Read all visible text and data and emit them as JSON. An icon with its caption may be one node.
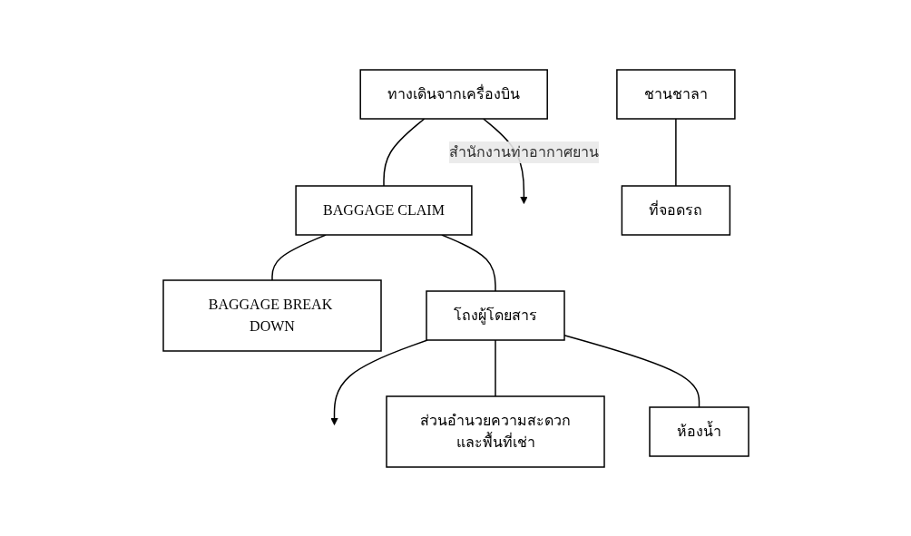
{
  "diagram": {
    "nodes": [
      {
        "text": [
          "ทางเดินจากเครื่องบิน"
        ]
      },
      {
        "text": [
          "BAGGAGE CLAIM"
        ]
      },
      {
        "text": [
          "BAGGAGE BREAK DOWN"
        ]
      },
      {
        "text": [
          "ส่วนอำนวยความสะดวกและพื้นที่เช่า"
        ]
      },
      {
        "text": [
          "โถงผู้โดยสาร"
        ]
      },
      {
        "text": [
          "ชานชาลา"
        ]
      },
      {
        "text": [
          "ห้องน้ำ"
        ]
      },
      {
        "text": [
          "ที่จอดรถ"
        ]
      }
    ],
    "edges": [
      {
        "from": 0,
        "to": 1,
        "arrow": "none"
      },
      {
        "from": 1,
        "to": 2,
        "arrow": "none"
      },
      {
        "from": 1,
        "to": 4,
        "arrow": "none"
      },
      {
        "from": 0,
        "to": null,
        "arrow": "to",
        "label": "สำนักงานท่าอากาศยาน"
      },
      {
        "from": 4,
        "to": null,
        "arrow": "to"
      },
      {
        "from": 4,
        "to": 3,
        "arrow": "none"
      },
      {
        "from": 4,
        "to": 6,
        "arrow": "none"
      },
      {
        "from": 5,
        "to": 7,
        "arrow": "none"
      }
    ]
  }
}
